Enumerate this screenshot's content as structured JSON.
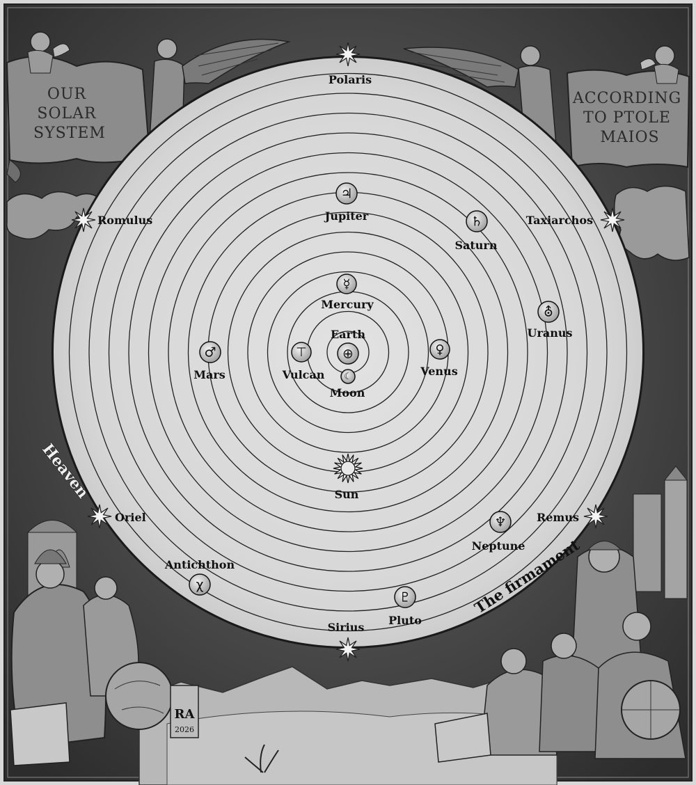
{
  "banners": {
    "left": [
      "OUR",
      "SOLAR",
      "SYSTEM"
    ],
    "right": [
      "ACCORDING",
      "TO PTOLE",
      "MAIOS"
    ]
  },
  "side_labels": {
    "heaven": "Heaven",
    "firmament": "The firmament"
  },
  "signature": {
    "initials": "RA",
    "year": "2026"
  },
  "diagram": {
    "ring_count": 14,
    "colors": {
      "disc": "#dcdcdc",
      "ring": "#222222",
      "background_dark": "#3a3a3a"
    },
    "stars": [
      {
        "name": "Polaris"
      },
      {
        "name": "Romulus"
      },
      {
        "name": "Taxiarchos"
      },
      {
        "name": "Oriel"
      },
      {
        "name": "Remus"
      },
      {
        "name": "Sirius"
      }
    ],
    "bodies": [
      {
        "name": "Earth",
        "icon": "earth-symbol",
        "glyph": "⊕"
      },
      {
        "name": "Moon",
        "icon": "moon-symbol",
        "glyph": "☾"
      },
      {
        "name": "Mercury",
        "icon": "mercury-symbol",
        "glyph": "☿"
      },
      {
        "name": "Venus",
        "icon": "venus-symbol",
        "glyph": "♀"
      },
      {
        "name": "Vulcan",
        "icon": "vulcan-symbol",
        "glyph": "⊤"
      },
      {
        "name": "Mars",
        "icon": "mars-symbol",
        "glyph": "♂"
      },
      {
        "name": "Jupiter",
        "icon": "jupiter-symbol",
        "glyph": "♃"
      },
      {
        "name": "Saturn",
        "icon": "saturn-symbol",
        "glyph": "♄"
      },
      {
        "name": "Uranus",
        "icon": "uranus-symbol",
        "glyph": "⛢"
      },
      {
        "name": "Sun",
        "icon": "sun-symbol",
        "glyph": ""
      },
      {
        "name": "Neptune",
        "icon": "neptune-symbol",
        "glyph": "♆"
      },
      {
        "name": "Antichthon",
        "icon": "antichthon-symbol",
        "glyph": "χ"
      },
      {
        "name": "Pluto",
        "icon": "pluto-symbol",
        "glyph": "♇"
      }
    ]
  }
}
